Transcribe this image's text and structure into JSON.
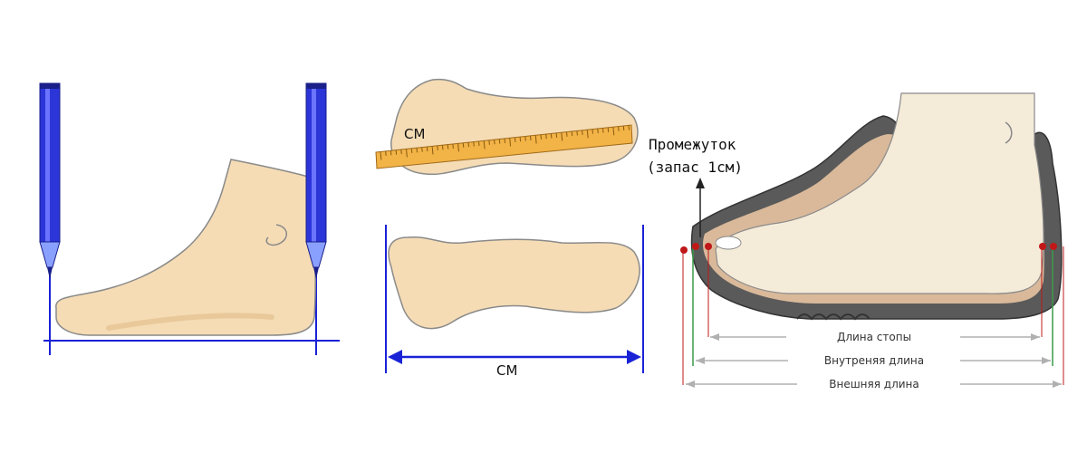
{
  "panel_tape": {
    "tape_label": "СМ"
  },
  "panel_outline": {
    "width_label": "СМ"
  },
  "panel_shoe": {
    "gap_label_line1": "Промежуток",
    "gap_label_line2": "(запас 1см)",
    "foot_length_label": "Длина стопы",
    "inner_length_label": "Внутреняя длина",
    "outer_length_label": "Внешняя длина"
  },
  "colors": {
    "skin": "#f5dcb5",
    "skin_shadow": "#e9c99a",
    "outline": "#8a8a8a",
    "pencil_blue": "#2b35d8",
    "measure_blue": "#1a22d6",
    "tape": "#f2b347",
    "shoe_gray": "#5a5a5a",
    "insole": "#d9b99a",
    "marker_red": "#c01818",
    "marker_green": "#3a9a4a"
  },
  "icons": {
    "pencil": "pencil-icon",
    "arrow": "arrow-icon"
  }
}
